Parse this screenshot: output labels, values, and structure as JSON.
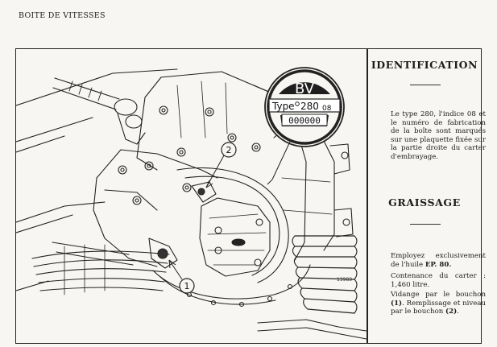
{
  "header": {
    "title": "BOITE DE VITESSES"
  },
  "plate": {
    "top": "BV",
    "type_label": "Type",
    "type_value": "280",
    "type_index": "08",
    "serial": "000000"
  },
  "callouts": [
    "1",
    "2"
  ],
  "figure_ref": "13983",
  "identification": {
    "title": "IDENTIFICATION",
    "text": "Le type 280, l'indice 08 et le numéro de fabrication de la boîte sont marqués sur une plaquette fixée sur la partie droite du carter d'embrayage."
  },
  "graissage": {
    "title": "GRAISSAGE",
    "p1_start": "Employez exclusivement de l'huile ",
    "p1_bold": "EP. 80.",
    "p2": "Contenance du carter : 1,460 litre.",
    "p3_a": "Vidange par le bouchon ",
    "p3_b": "(1)",
    "p3_c": ". Remplissage et niveau par le bouchon ",
    "p3_d": "(2)",
    "p3_e": "."
  }
}
